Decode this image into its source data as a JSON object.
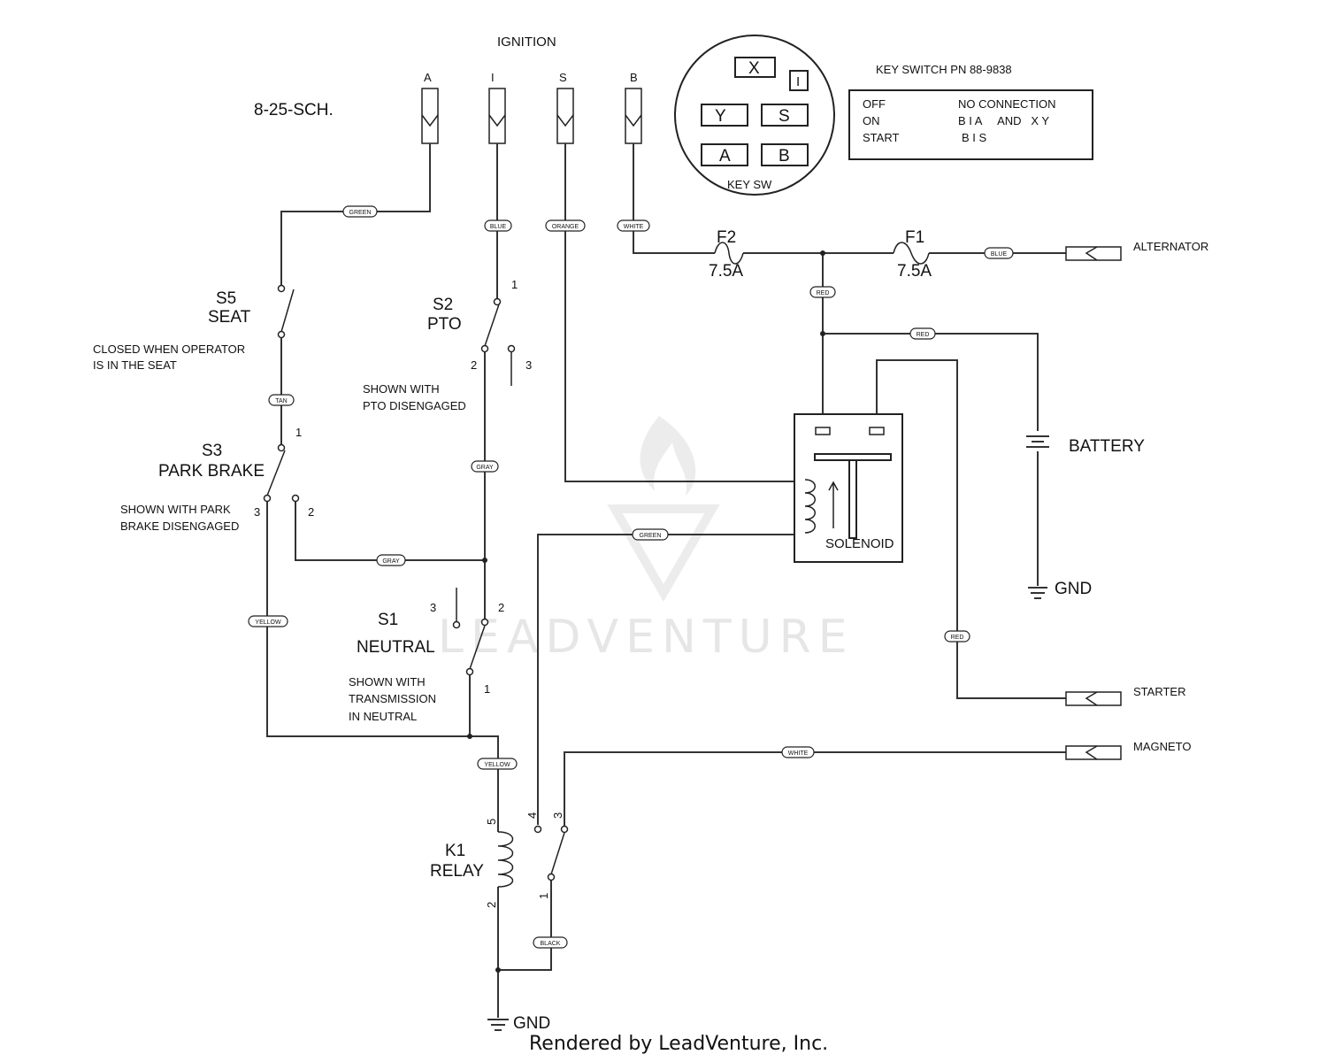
{
  "header": {
    "ref": "8-25-SCH.",
    "ignition_label": "IGNITION"
  },
  "ignition_terminals": [
    "A",
    "I",
    "S",
    "B"
  ],
  "key_switch": {
    "title": "KEY SWITCH PN 88-9838",
    "diagram_label": "KEY SW",
    "terminals": [
      "X",
      "I",
      "Y",
      "S",
      "A",
      "B"
    ],
    "positions": [
      {
        "state": "OFF",
        "connection": "NO CONNECTION"
      },
      {
        "state": "ON",
        "connection": "B I A     AND   X Y"
      },
      {
        "state": "START",
        "connection": "B I S"
      }
    ]
  },
  "fuses": [
    {
      "name": "F2",
      "rating": "7.5A"
    },
    {
      "name": "F1",
      "rating": "7.5A"
    }
  ],
  "connectors": {
    "alternator": "ALTERNATOR",
    "starter": "STARTER",
    "magneto": "MAGNETO"
  },
  "battery": {
    "label": "BATTERY",
    "gnd": "GND"
  },
  "solenoid": {
    "label": "SOLENOID"
  },
  "switches": {
    "s5": {
      "name": "S5",
      "desc": "SEAT",
      "note1": "CLOSED WHEN OPERATOR",
      "note2": "IS IN THE SEAT"
    },
    "s2": {
      "name": "S2",
      "desc": "PTO",
      "note1": "SHOWN WITH",
      "note2": "PTO DISENGAGED",
      "pins": [
        "1",
        "2",
        "3"
      ]
    },
    "s3": {
      "name": "S3",
      "desc": "PARK BRAKE",
      "note1": "SHOWN WITH PARK",
      "note2": "BRAKE DISENGAGED",
      "pins": [
        "1",
        "3",
        "2"
      ]
    },
    "s1": {
      "name": "S1",
      "desc": "NEUTRAL",
      "note1": "SHOWN WITH",
      "note2": "TRANSMISSION",
      "note3": "IN NEUTRAL",
      "pins": [
        "3",
        "2",
        "1"
      ]
    }
  },
  "relay": {
    "name": "K1",
    "desc": "RELAY",
    "pins": [
      "5",
      "2",
      "4",
      "3",
      "1"
    ],
    "gnd": "GND"
  },
  "wire_colors": {
    "green_top": "GREEN",
    "blue_ign": "BLUE",
    "orange": "ORANGE",
    "white_b": "WHITE",
    "blue_alt": "BLUE",
    "red_fuse": "RED",
    "red_batt": "RED",
    "tan": "TAN",
    "gray_s2": "GRAY",
    "green_sol": "GREEN",
    "gray_s3": "GRAY",
    "yellow_left": "YELLOW",
    "red_starter": "RED",
    "white_magneto": "WHITE",
    "yellow_relay": "YELLOW",
    "black": "BLACK"
  },
  "watermark": "LEADVENTURE",
  "footer": "Rendered by LeadVenture, Inc."
}
